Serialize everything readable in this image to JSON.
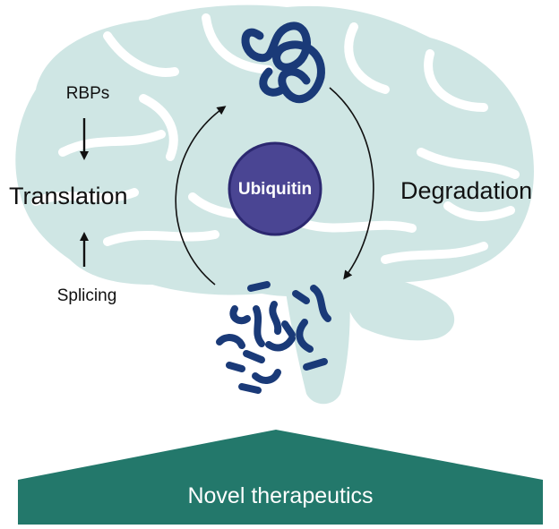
{
  "diagram": {
    "labels": {
      "rbps": "RBPs",
      "translation": "Translation",
      "splicing": "Splicing",
      "hub": "Ubiquitin",
      "degradation": "Degradation",
      "banner": "Novel therapeutics"
    },
    "colors": {
      "brain": "#cfe6e4",
      "brain_gyri": "#ffffff",
      "protein": "#1a3a78",
      "hub_fill": "#4a4593",
      "hub_stroke": "#2c2870",
      "banner": "#23786b",
      "arrow": "#111111"
    }
  }
}
